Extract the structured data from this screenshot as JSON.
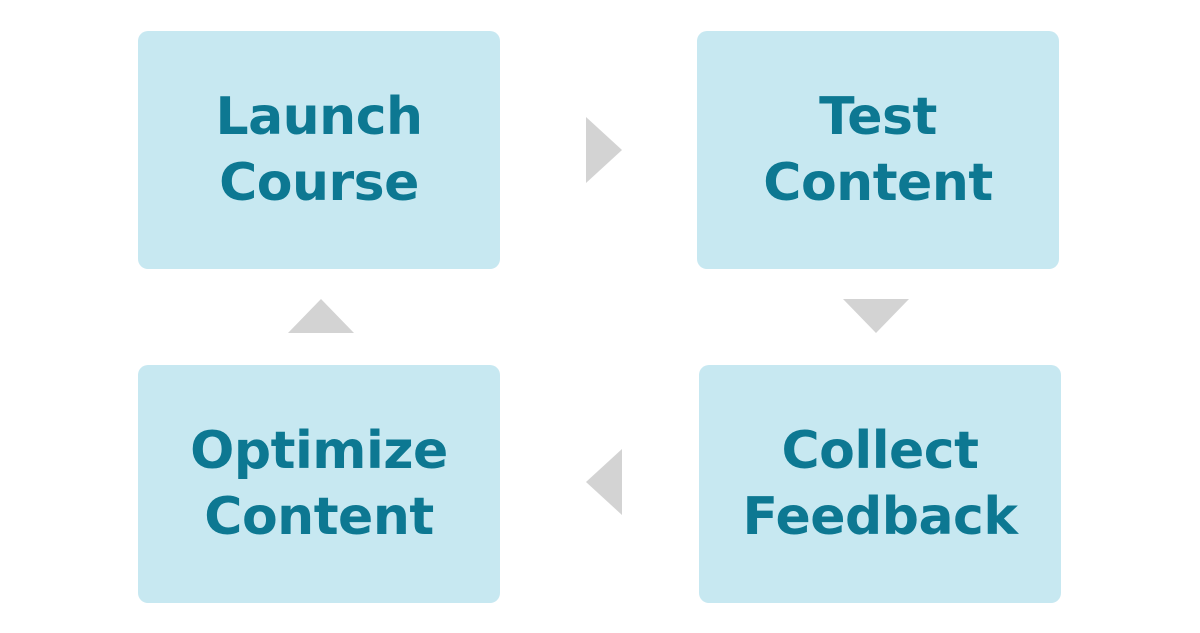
{
  "colors": {
    "box_fill": "#c7e8f1",
    "text": "#0d7892",
    "arrow": "#d3d3d3",
    "background": "#ffffff"
  },
  "steps": [
    {
      "lines": [
        "Launch",
        "Course"
      ]
    },
    {
      "lines": [
        "Test",
        "Content"
      ]
    },
    {
      "lines": [
        "Collect",
        "Feedback"
      ]
    },
    {
      "lines": [
        "Optimize",
        "Content"
      ]
    }
  ],
  "arrows": [
    {
      "direction": "right",
      "icon": "triangle-right-icon"
    },
    {
      "direction": "down",
      "icon": "triangle-down-icon"
    },
    {
      "direction": "left",
      "icon": "triangle-left-icon"
    },
    {
      "direction": "up",
      "icon": "triangle-up-icon"
    }
  ]
}
